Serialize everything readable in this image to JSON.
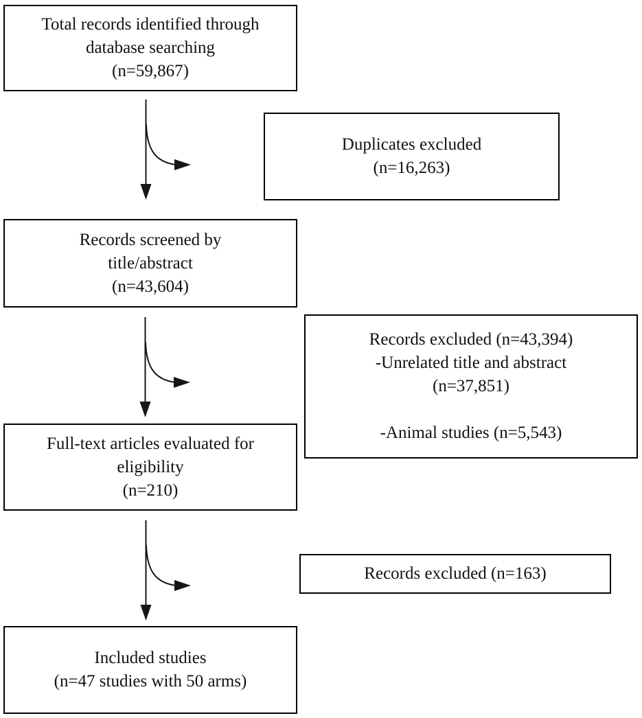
{
  "diagram": {
    "type": "prisma-flowchart",
    "colors": {
      "background": "#ffffff",
      "box_border": "#000000",
      "text": "#111111",
      "arrow": "#161616"
    },
    "nodes": {
      "identified": {
        "lines": [
          "Total records identified through",
          "database searching",
          "(n=59,867)"
        ]
      },
      "duplicates_excluded": {
        "lines": [
          "Duplicates excluded",
          "(n=16,263)"
        ]
      },
      "screened": {
        "lines": [
          "Records screened by",
          "title/abstract",
          "(n=43,604)"
        ]
      },
      "records_excluded_screening": {
        "lines": [
          "Records excluded (n=43,394)",
          "-Unrelated title and abstract",
          "(n=37,851)",
          "",
          "-Animal studies (n=5,543)"
        ]
      },
      "fulltext_evaluated": {
        "lines": [
          "Full-text articles evaluated for",
          "eligibility",
          "(n=210)"
        ]
      },
      "records_excluded_fulltext": {
        "lines": [
          "Records excluded (n=163)"
        ]
      },
      "included_studies": {
        "lines": [
          "Included studies",
          "(n=47 studies with 50 arms)"
        ]
      }
    }
  }
}
